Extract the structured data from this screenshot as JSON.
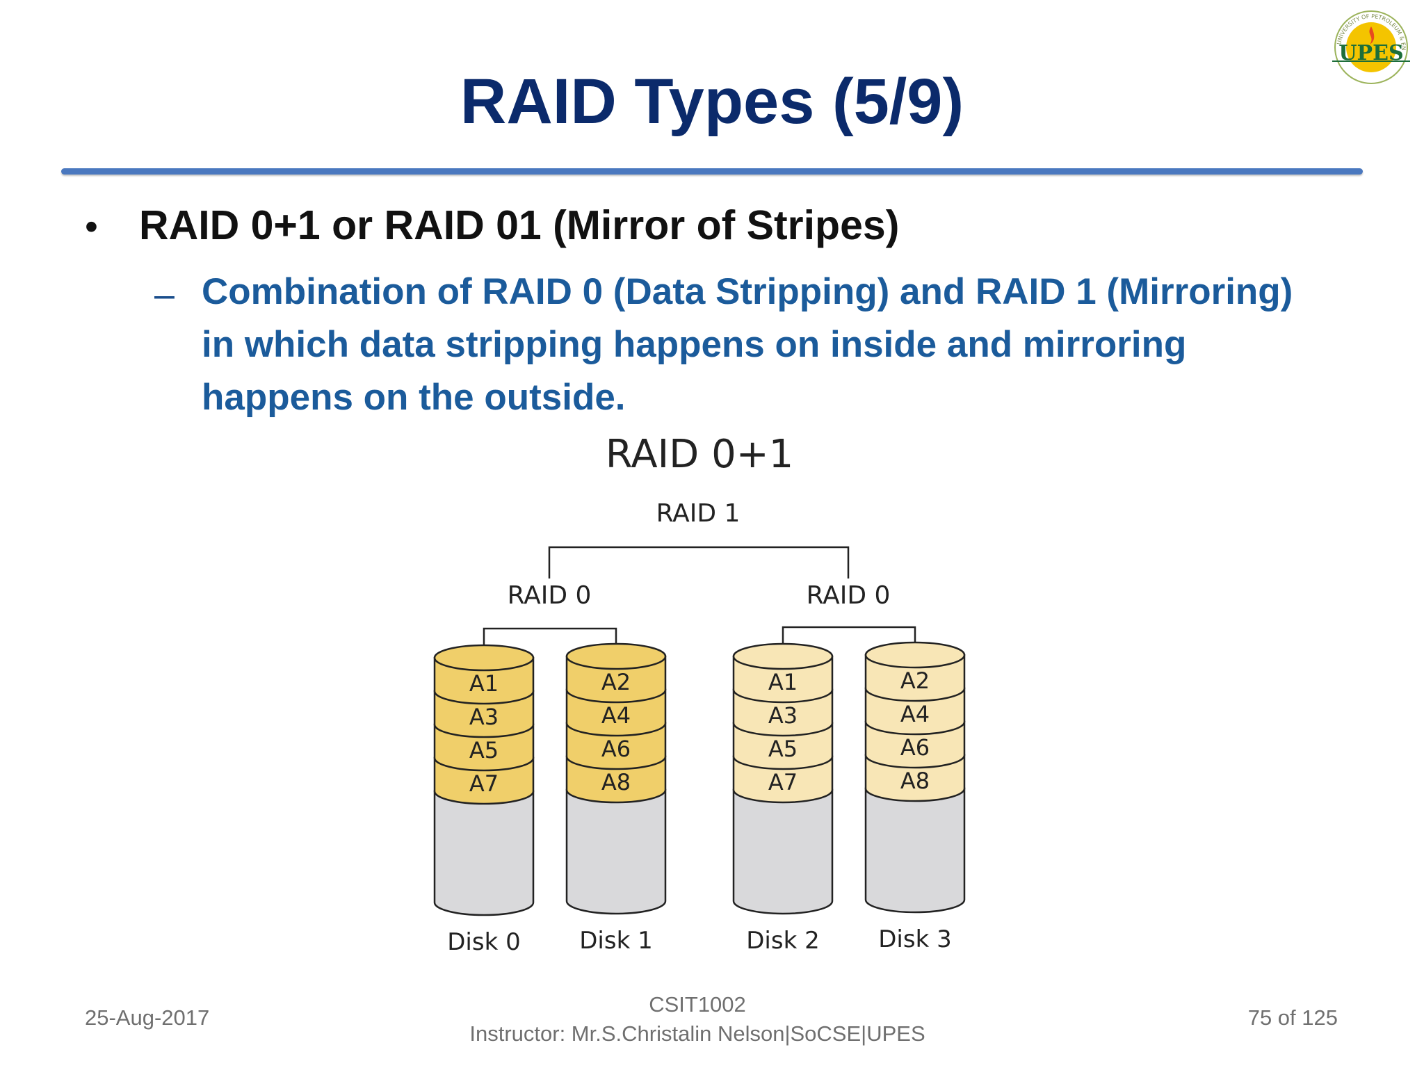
{
  "slide": {
    "title": "RAID Types (5/9)",
    "bullet": "RAID 0+1 or RAID 01 (Mirror of Stripes)",
    "sub_bullet_lines": [
      "Combination of RAID 0 (Data Stripping) and RAID 1 (Mirroring)",
      "in which data stripping happens on inside and mirroring",
      "happens on the outside."
    ]
  },
  "diagram": {
    "title": "RAID 0+1",
    "top_label": "RAID 1",
    "group_labels": [
      "RAID 0",
      "RAID 0"
    ],
    "disks": [
      {
        "label": "Disk 0",
        "blocks": [
          "A1",
          "A3",
          "A5",
          "A7"
        ],
        "shade": "#f0cf6a"
      },
      {
        "label": "Disk 1",
        "blocks": [
          "A2",
          "A4",
          "A6",
          "A8"
        ],
        "shade": "#f0cf6a"
      },
      {
        "label": "Disk 2",
        "blocks": [
          "A1",
          "A3",
          "A5",
          "A7"
        ],
        "shade": "#f8e6b6"
      },
      {
        "label": "Disk 3",
        "blocks": [
          "A2",
          "A4",
          "A6",
          "A8"
        ],
        "shade": "#f8e6b6"
      }
    ]
  },
  "footer": {
    "date": "25-Aug-2017",
    "course": "CSIT1002",
    "instructor": "Instructor: Mr.S.Christalin Nelson|SoCSE|UPES",
    "page": "75 of 125"
  },
  "logo": {
    "icon": "upes-logo-icon",
    "text": "UPES",
    "ring_text": "UNIVERSITY OF PETROLEUM & ENERGY STUDIES"
  },
  "colors": {
    "title": "#0b2a6b",
    "rule": "#4a78bf",
    "sub_bullet": "#1b5b9b",
    "disk_body": "#d9d9db"
  }
}
